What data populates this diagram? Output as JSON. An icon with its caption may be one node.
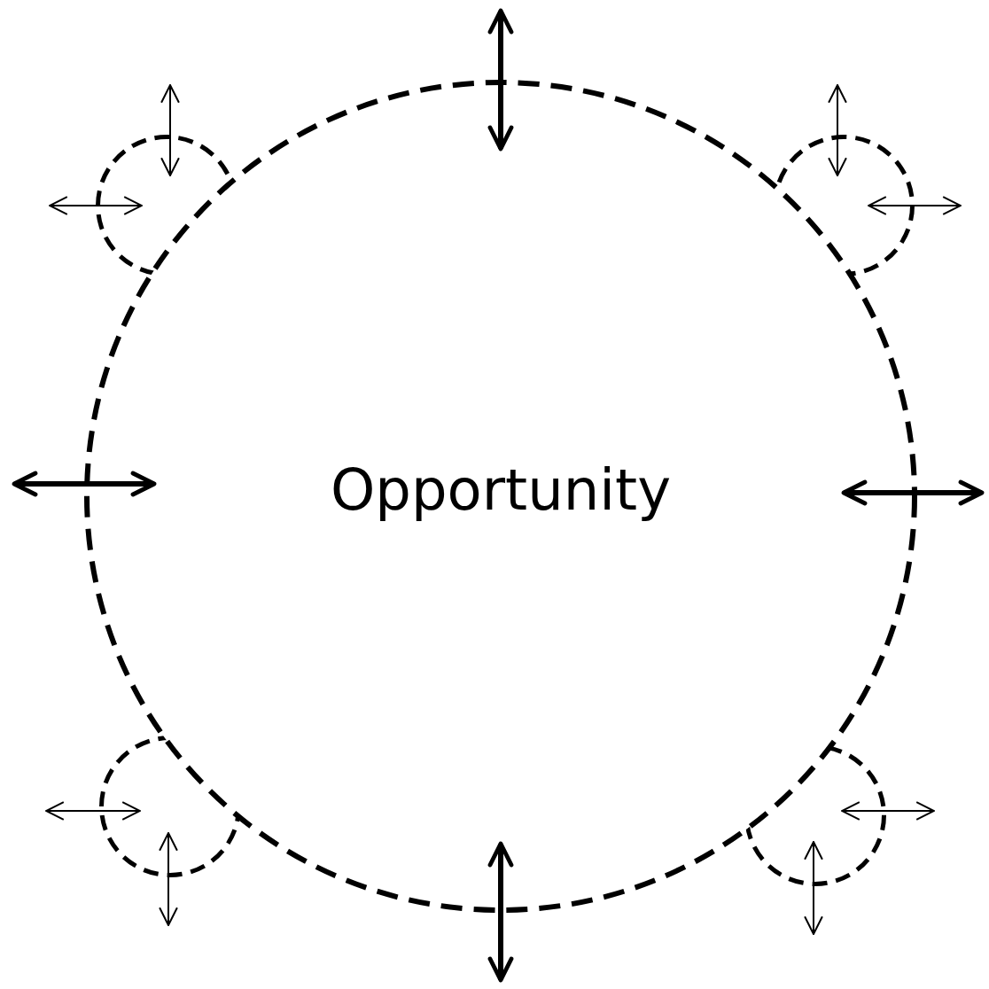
{
  "diagram": {
    "nodes": [
      {
        "text": [
          "Opportunity"
        ]
      },
      {
        "text": [],
        "shape": "circle"
      },
      {
        "text": [],
        "shape": "circle"
      },
      {
        "text": [],
        "shape": "circle"
      },
      {
        "text": [],
        "shape": "circle"
      }
    ]
  }
}
